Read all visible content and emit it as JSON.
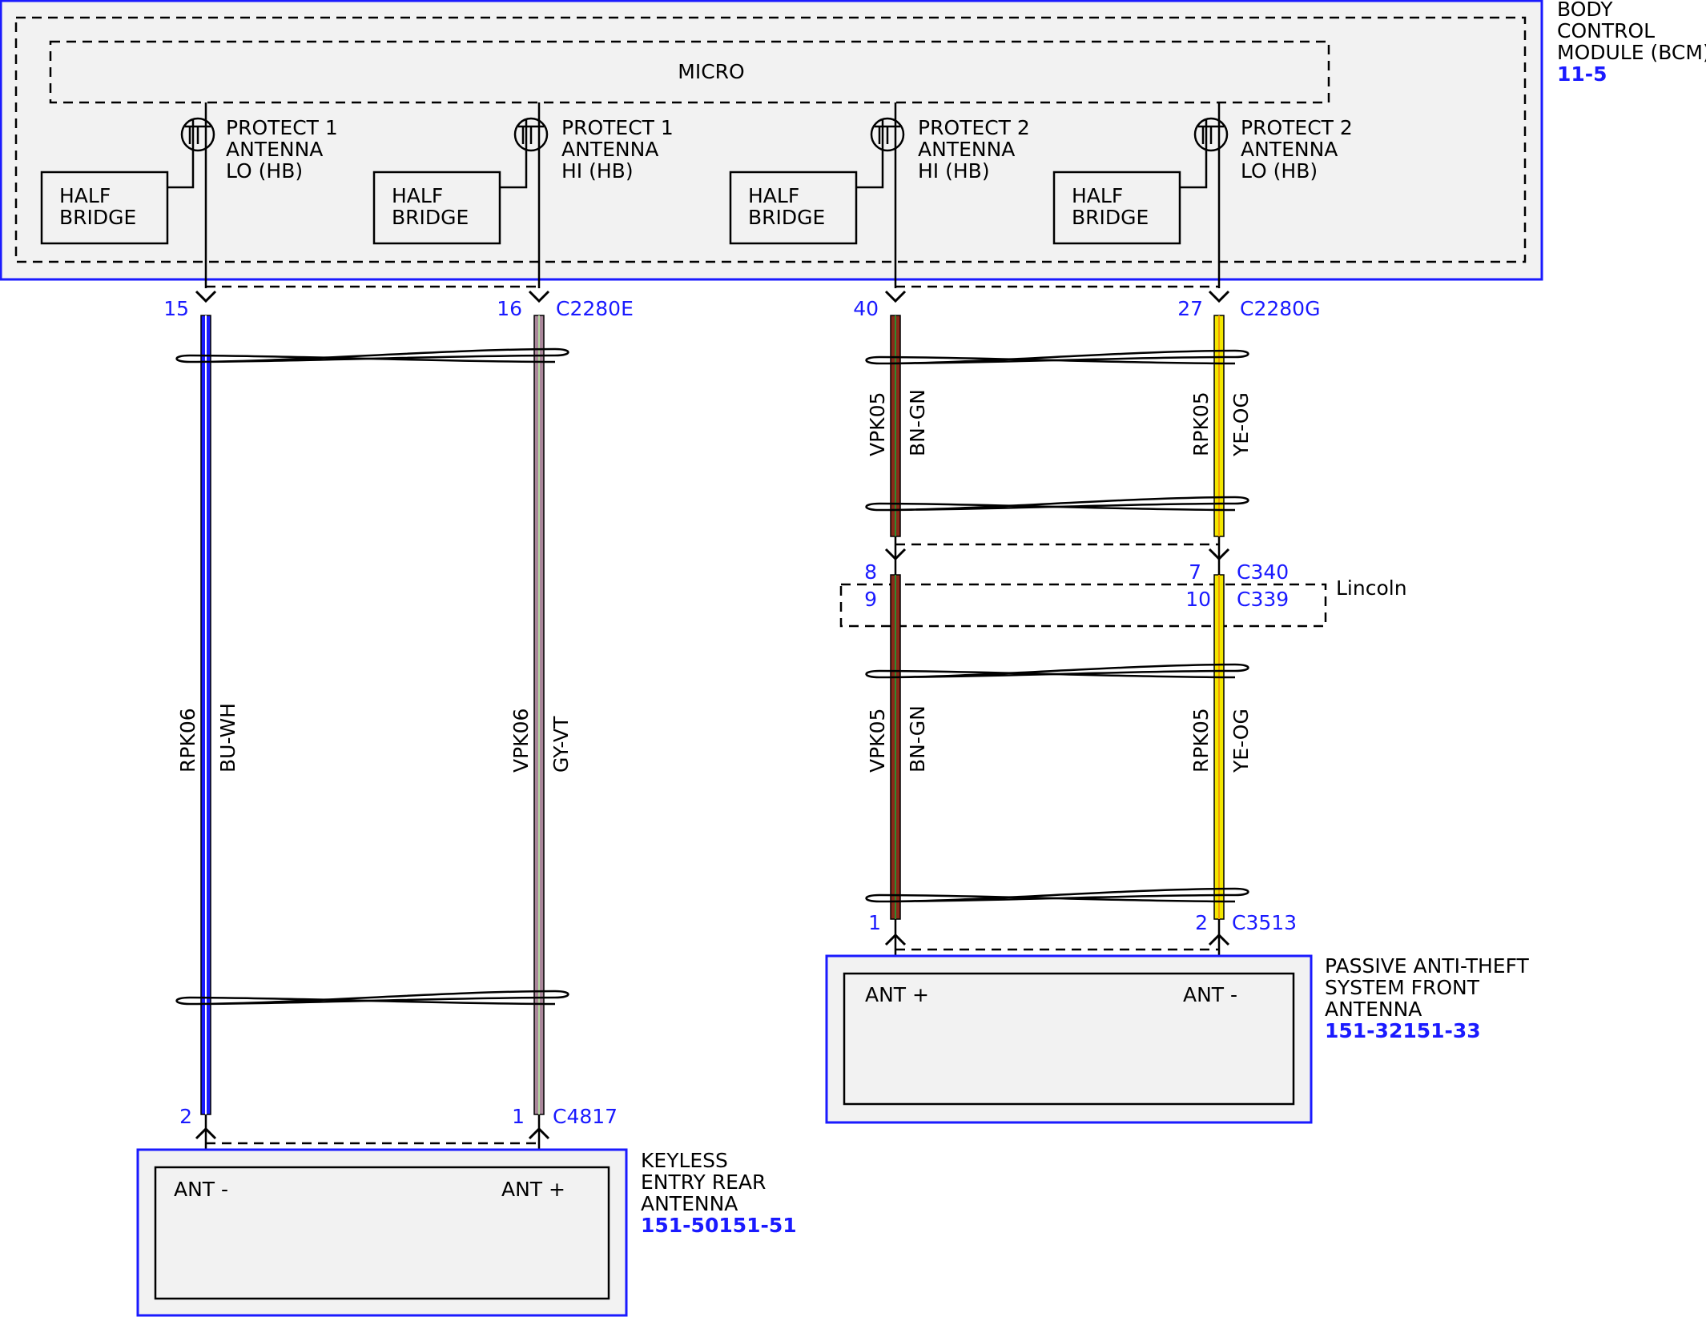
{
  "colors": {
    "accent": "#1a1aff",
    "box_fill": "#f2f2f2",
    "wire_blue": "#1a1aff",
    "wire_grey_violet": "#a9869a",
    "wire_brown": "#8b2a1a",
    "wire_green_tracer": "#2e8b2e",
    "wire_yellow": "#f2e600"
  },
  "bcm": {
    "name_lines": [
      "BODY",
      "CONTROL",
      "MODULE (BCM)"
    ],
    "ref": "11-5",
    "micro_label": "MICRO",
    "drivers": [
      {
        "half_bridge": [
          "HALF",
          "BRIDGE"
        ],
        "protect": [
          "PROTECT 1",
          "ANTENNA",
          "LO (HB)"
        ]
      },
      {
        "half_bridge": [
          "HALF",
          "BRIDGE"
        ],
        "protect": [
          "PROTECT 1",
          "ANTENNA",
          "HI (HB)"
        ]
      },
      {
        "half_bridge": [
          "HALF",
          "BRIDGE"
        ],
        "protect": [
          "PROTECT 2",
          "ANTENNA",
          "HI (HB)"
        ]
      },
      {
        "half_bridge": [
          "HALF",
          "BRIDGE"
        ],
        "protect": [
          "PROTECT 2",
          "ANTENNA",
          "LO (HB)"
        ]
      }
    ]
  },
  "connectors": {
    "bcm_left": {
      "name": "C2280E",
      "pins": [
        "15",
        "16"
      ]
    },
    "bcm_right": {
      "name": "C2280G",
      "pins": [
        "40",
        "27"
      ]
    },
    "inline_top": {
      "name": "C340",
      "pins": [
        "8",
        "7"
      ]
    },
    "inline_bottom": {
      "name": "C339",
      "pins": [
        "9",
        "10"
      ]
    },
    "inline_note": "Lincoln",
    "rear_antenna": {
      "name": "C4817",
      "pins": [
        "2",
        "1"
      ]
    },
    "front_antenna": {
      "name": "C3513",
      "pins": [
        "1",
        "2"
      ]
    }
  },
  "wires": [
    {
      "circuit": "RPK06",
      "color_code": "BU-WH"
    },
    {
      "circuit": "VPK06",
      "color_code": "GY-VT"
    },
    {
      "circuit": "VPK05",
      "color_code": "BN-GN"
    },
    {
      "circuit": "RPK05",
      "color_code": "YE-OG"
    }
  ],
  "rear_antenna": {
    "name_lines": [
      "KEYLESS",
      "ENTRY REAR",
      "ANTENNA"
    ],
    "ref": "151-50151-51",
    "pin_labels": [
      "ANT -",
      "ANT +"
    ]
  },
  "front_antenna": {
    "name_lines": [
      "PASSIVE ANTI-THEFT",
      "SYSTEM FRONT",
      "ANTENNA"
    ],
    "ref": "151-32151-33",
    "pin_labels": [
      "ANT +",
      "ANT -"
    ]
  }
}
